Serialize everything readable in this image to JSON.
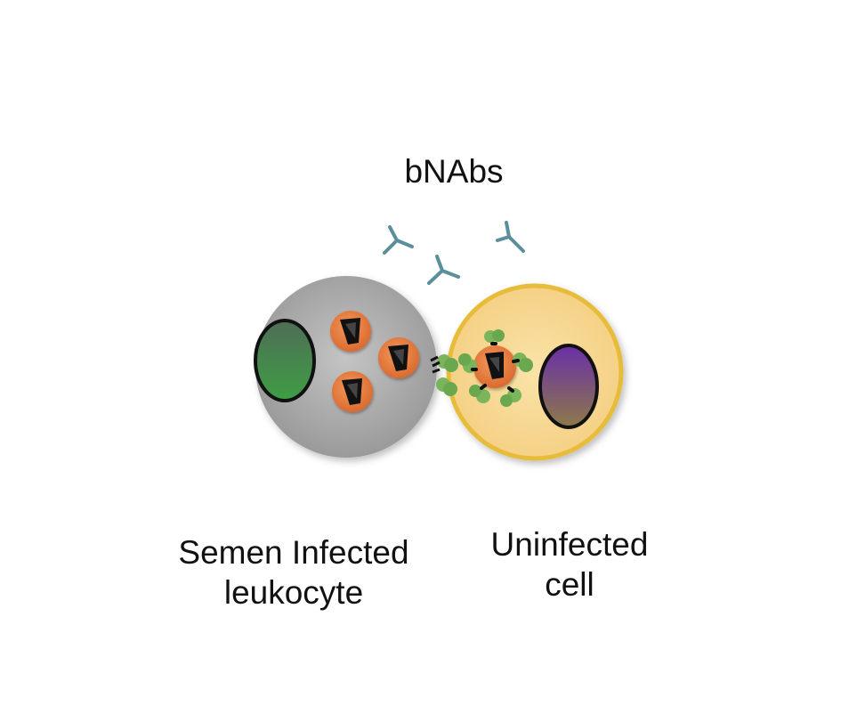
{
  "title": "bNAbs",
  "left_cell": {
    "label_line1": "Semen Infected",
    "label_line2": "leukocyte"
  },
  "right_cell": {
    "label_line1": "Uninfected",
    "label_line2": "cell"
  },
  "colors": {
    "leukocyte_fill": "#a9a9a9",
    "uninfected_fill": "#f7d894",
    "uninfected_stroke": "#e8bc3a",
    "virion_fill": "#e2773a",
    "antibody": "#5b8f9b",
    "receptor_green": "#7ab55c"
  }
}
